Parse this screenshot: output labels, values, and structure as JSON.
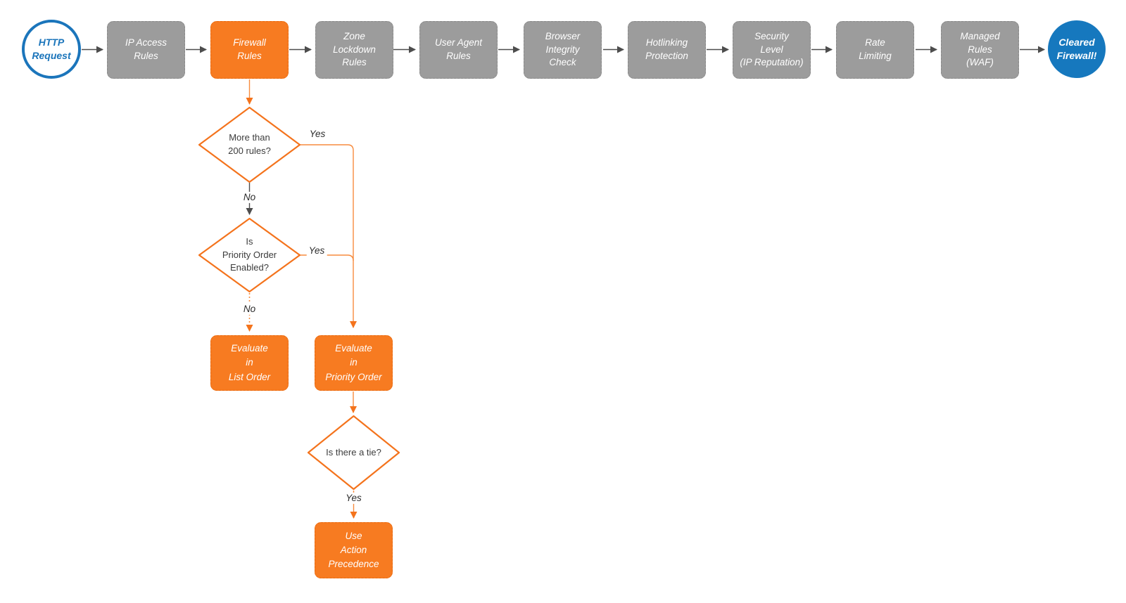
{
  "colors": {
    "orange_node": "#f77b21",
    "orange_line": "#f78b3e",
    "gray_node": "#9c9c9c",
    "gray_line": "#4d4d4d",
    "blue_stroke": "#1b75bb",
    "blue_fill": "#1678be",
    "diamond_text": "#3c3c3c",
    "edge_label_text": "#2b2b2b",
    "background": "#ffffff"
  },
  "pipeline": {
    "start": {
      "label": "HTTP\nRequest"
    },
    "steps": [
      {
        "label": "IP Access\nRules",
        "variant": "gray"
      },
      {
        "label": "Firewall\nRules",
        "variant": "orange"
      },
      {
        "label": "Zone\nLockdown\nRules",
        "variant": "gray"
      },
      {
        "label": "User Agent\nRules",
        "variant": "gray"
      },
      {
        "label": "Browser\nIntegrity\nCheck",
        "variant": "gray"
      },
      {
        "label": "Hotlinking\nProtection",
        "variant": "gray"
      },
      {
        "label": "Security\nLevel\n(IP Reputation)",
        "variant": "gray"
      },
      {
        "label": "Rate\nLimiting",
        "variant": "gray"
      },
      {
        "label": "Managed\nRules\n(WAF)",
        "variant": "gray"
      }
    ],
    "end": {
      "label": "Cleared\nFirewall!"
    }
  },
  "decision_tree": {
    "d1": {
      "question": "More than\n200 rules?",
      "yes_label": "Yes",
      "no_label": "No"
    },
    "d2": {
      "question": "Is\nPriority Order\nEnabled?",
      "yes_label": "Yes",
      "no_label": "No"
    },
    "d3": {
      "question": "Is there a tie?",
      "yes_label": "Yes"
    },
    "list_order": {
      "label": "Evaluate\nin\nList Order"
    },
    "priority_order": {
      "label": "Evaluate\nin\nPriority Order"
    },
    "action_precedence": {
      "label": "Use\nAction\nPrecedence"
    }
  }
}
